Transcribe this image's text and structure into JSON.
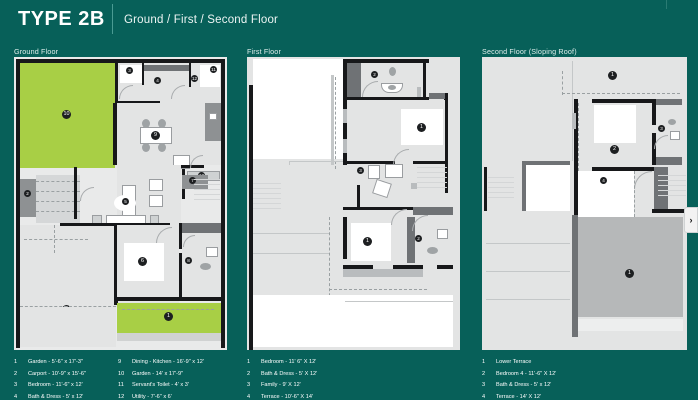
{
  "header": {
    "title": "TYPE 2B",
    "subtitle": "Ground / First / Second Floor"
  },
  "panels": {
    "ground_label": "Ground Floor",
    "first_label": "First Floor",
    "second_label": "Second Floor (Sloping Roof)"
  },
  "nav": {
    "next_label": "›"
  },
  "legend": {
    "ground": [
      {
        "n": "1",
        "t": "Garden - 5'-6\" x 17'-3\""
      },
      {
        "n": "2",
        "t": "Carport - 10'-9\" x 15'-6\""
      },
      {
        "n": "3",
        "t": "Bedroom - 11'-6\" x 12'"
      },
      {
        "n": "4",
        "t": "Bath & Dress - 5' x 12'"
      },
      {
        "n": "9",
        "t": "Dining - Kitchen - 16'-9\" x 12'"
      },
      {
        "n": "10",
        "t": "Garden - 14' x 17'-9\""
      },
      {
        "n": "11",
        "t": "Servant's Toilet - 4' x 3'"
      },
      {
        "n": "12",
        "t": "Utility - 7'-6\" x 6'"
      }
    ],
    "first": [
      {
        "n": "1",
        "t": "Bedroom - 11' 6\" X 12'"
      },
      {
        "n": "2",
        "t": "Bath & Dress - 5' X 12'"
      },
      {
        "n": "3",
        "t": "Family - 9' X 12'"
      },
      {
        "n": "4",
        "t": "Terrace - 10'-6\" X 14'"
      }
    ],
    "second": [
      {
        "n": "1",
        "t": "Lower Terrace"
      },
      {
        "n": "2",
        "t": "Bedroom 4 - 11'-6\" X 12'"
      },
      {
        "n": "3",
        "t": "Bath & Dress - 5' x 12'"
      },
      {
        "n": "4",
        "t": "Terrace - 14' X 12'"
      }
    ]
  },
  "markers": {
    "ground": [
      "10",
      "3",
      "4",
      "11",
      "9",
      "12",
      "5",
      "7",
      "2",
      "6",
      "8",
      "1"
    ],
    "first": [
      "2",
      "1",
      "3",
      "4",
      "1",
      "2"
    ],
    "second": [
      "1",
      "2",
      "3",
      "4",
      "1"
    ]
  },
  "colors": {
    "background": "#076059",
    "garden": "#a8cf45",
    "terrace": "#b6b8b9",
    "wall": "#17181a",
    "room": "#e3e4e4"
  }
}
